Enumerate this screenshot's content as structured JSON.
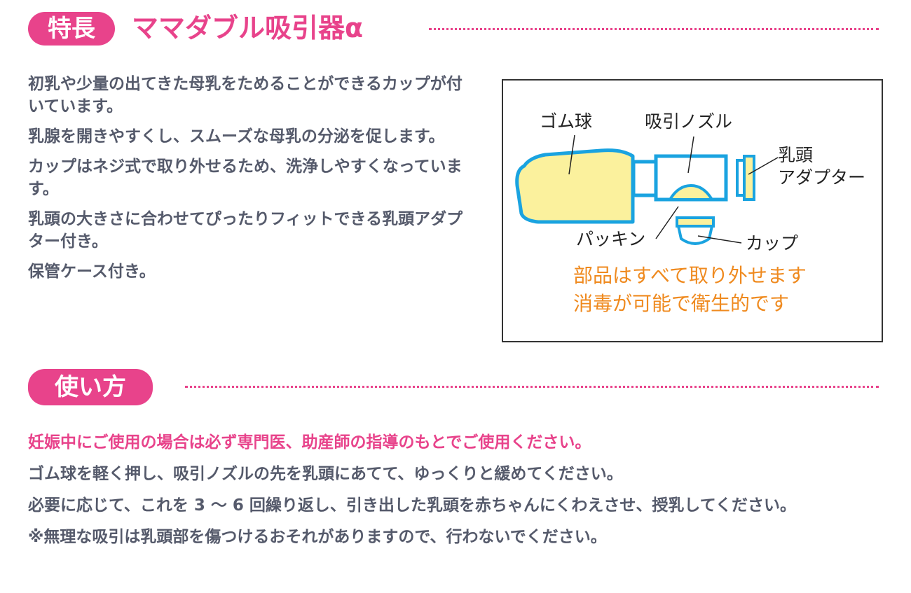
{
  "section_features": {
    "badge": "特長",
    "title": "ママダブル吸引器α",
    "items": [
      "初乳や少量の出てきた母乳をためることができるカップが付いています。",
      "乳腺を開きやすくし、スムーズな母乳の分泌を促します。",
      "カップはネジ式で取り外せるため、洗浄しやすくなっています。",
      "乳頭の大きさに合わせてぴったりフィットできる乳頭アダプター付き。",
      "保管ケース付き。"
    ]
  },
  "diagram": {
    "labels": {
      "bulb": "ゴム球",
      "nozzle": "吸引ノズル",
      "adapter_line1": "乳頭",
      "adapter_line2": "アダプター",
      "packing": "パッキン",
      "cup": "カップ"
    },
    "note_line1": "部品はすべて取り外せます",
    "note_line2": "消毒が可能で衛生的です",
    "colors": {
      "outline": "#1aa3e0",
      "bulb_fill": "#fbf19d",
      "note": "#ef8a1f"
    }
  },
  "section_usage": {
    "badge": "使い方",
    "items": [
      "妊娠中にご使用の場合は必ず専門医、助産師の指導のもとでご使用ください。",
      "ゴム球を軽く押し、吸引ノズルの先を乳頭にあてて、ゆっくりと緩めてください。",
      "必要に応じて、これを 3 〜 6 回繰り返し、引き出した乳頭を赤ちゃんにくわえさせ、授乳してください。",
      "※無理な吸引は乳頭部を傷つけるおそれがありますので、行わないでください。"
    ]
  },
  "colors": {
    "accent": "#e8438b",
    "text": "#555a6b"
  }
}
